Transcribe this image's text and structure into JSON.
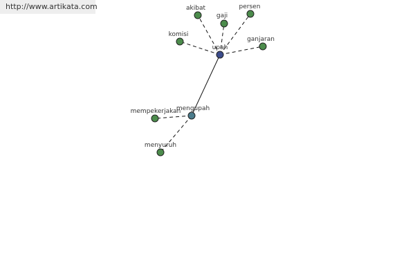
{
  "header": {
    "url": "http://www.artikata.com"
  },
  "colors": {
    "leaf": "#4c8c4c",
    "center": "#3c4c8c",
    "hub": "#4c7c8c"
  },
  "graph": {
    "nodes": [
      {
        "id": "upah",
        "label": "upah",
        "role": "center"
      },
      {
        "id": "mengupah",
        "label": "mengupah",
        "role": "hub"
      },
      {
        "id": "akibat",
        "label": "akibat",
        "role": "leaf"
      },
      {
        "id": "gaji",
        "label": "gaji",
        "role": "leaf"
      },
      {
        "id": "persen",
        "label": "persen",
        "role": "leaf"
      },
      {
        "id": "komisi",
        "label": "komisi",
        "role": "leaf"
      },
      {
        "id": "ganjaran",
        "label": "ganjaran",
        "role": "leaf"
      },
      {
        "id": "mempekerjakan",
        "label": "mempekerjakan",
        "role": "leaf"
      },
      {
        "id": "menyuruh",
        "label": "menyuruh",
        "role": "leaf"
      }
    ],
    "edges": [
      {
        "from": "upah",
        "to": "akibat",
        "style": "dashed"
      },
      {
        "from": "upah",
        "to": "gaji",
        "style": "dashed"
      },
      {
        "from": "upah",
        "to": "persen",
        "style": "dashed"
      },
      {
        "from": "upah",
        "to": "komisi",
        "style": "dashed"
      },
      {
        "from": "upah",
        "to": "ganjaran",
        "style": "dashed"
      },
      {
        "from": "upah",
        "to": "mengupah",
        "style": "solid"
      },
      {
        "from": "mengupah",
        "to": "mempekerjakan",
        "style": "dashed"
      },
      {
        "from": "mengupah",
        "to": "menyuruh",
        "style": "dashed"
      }
    ]
  }
}
